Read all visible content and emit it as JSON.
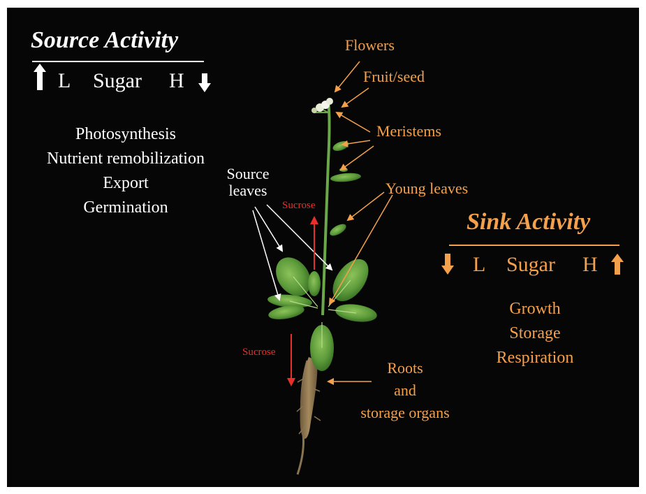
{
  "source": {
    "title": "Source Activity",
    "scale": {
      "low": "L",
      "label": "Sugar",
      "high": "H"
    },
    "processes": [
      "Photosynthesis",
      "Nutrient remobilization",
      "Export",
      "Germination"
    ]
  },
  "sink": {
    "title": "Sink Activity",
    "scale": {
      "low": "L",
      "label": "Sugar",
      "high": "H"
    },
    "processes": [
      "Growth",
      "Storage",
      "Respiration"
    ]
  },
  "labels": {
    "flowers": "Flowers",
    "fruit_seed": "Fruit/seed",
    "meristems": "Meristems",
    "young_leaves": "Young leaves",
    "source_leaves": [
      "Source",
      "leaves"
    ],
    "roots": [
      "Roots",
      "and",
      "storage organs"
    ],
    "sucrose_up": "Sucrose",
    "sucrose_down": "Sucrose"
  },
  "colors": {
    "background": "#060606",
    "source_text": "#ffffff",
    "sink_text": "#f5a04a",
    "sucrose_arrow": "#e8302a",
    "plant_green": "#5c9a3a"
  }
}
